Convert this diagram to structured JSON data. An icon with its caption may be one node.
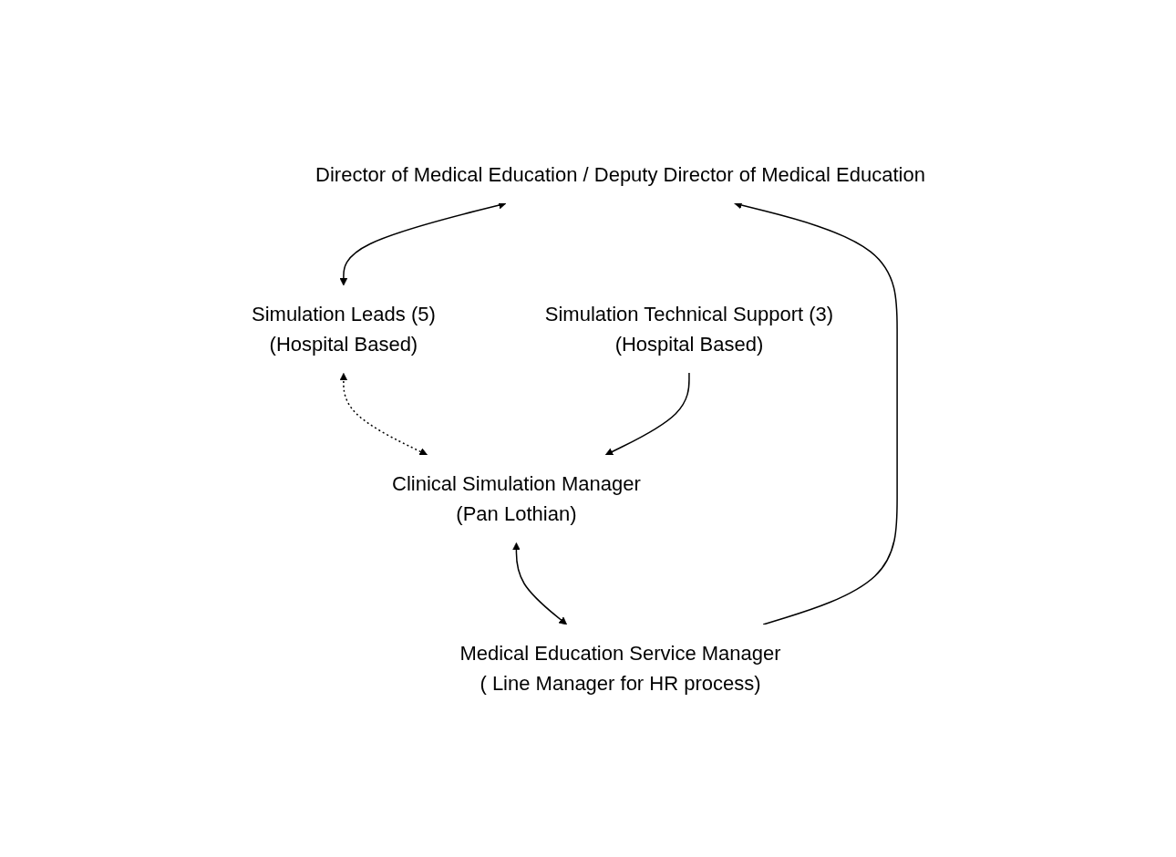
{
  "diagram": {
    "nodes": [
      {
        "text": [
          "Director of Medical Education / Deputy Director of Medical Education"
        ]
      },
      {
        "text": [
          "Simulation Leads (5)",
          "(Hospital Based)"
        ]
      },
      {
        "text": [
          "Clinical Simulation Manager",
          "(Pan Lothian)"
        ]
      },
      {
        "text": [
          "Medical Education Service Manager",
          "( Line Manager for HR process)"
        ]
      },
      {
        "text": [
          "Simulation Technical Support (3)",
          "(Hospital Based)"
        ]
      }
    ],
    "edges": [
      {
        "from": 0,
        "to": 1,
        "arrow": "both"
      },
      {
        "from": 1,
        "to": 2,
        "arrow": "both",
        "style": "dashed"
      },
      {
        "from": 2,
        "to": 3,
        "arrow": "both"
      },
      {
        "from": 3,
        "to": 0,
        "arrow": "to"
      },
      {
        "from": 4,
        "to": 2,
        "arrow": "to"
      }
    ]
  }
}
